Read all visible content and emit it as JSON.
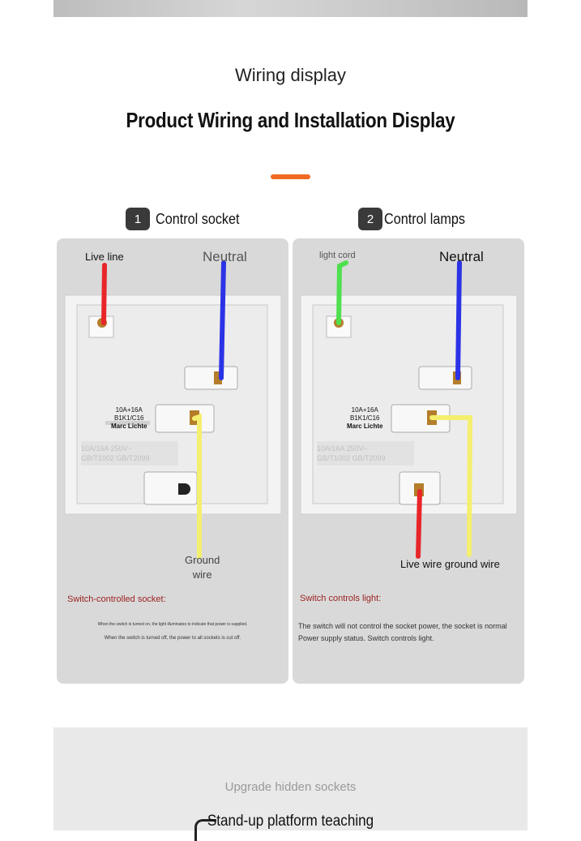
{
  "header": {
    "subtitle": "Wiring display",
    "title": "Product Wiring and Installation Display",
    "accent_color": "#f06a22"
  },
  "sections": [
    {
      "number": "1",
      "label": "Control socket",
      "wires": {
        "live": "Live line",
        "neutral": "Neutral",
        "ground_line1": "Ground",
        "ground_line2": "wire"
      },
      "device_text": {
        "rating": "10A+16A",
        "model": "B1K1/C16",
        "brand": "Marc Lichte"
      },
      "note_heading": "Switch-controlled socket:",
      "note_line1": "When the switch is turned on, the light illuminates to indicate that power is supplied.",
      "note_line2": "When the switch is turned off, the power to all sockets is cut off."
    },
    {
      "number": "2",
      "label": "Control lamps",
      "wires": {
        "light": "light cord",
        "neutral": "Neutral",
        "live_ground": "Live wire ground wire"
      },
      "device_text": {
        "rating": "10A+16A",
        "model": "B1K1/C16",
        "brand": "Marc Lichte"
      },
      "note_heading": "Switch controls light:",
      "note_line1": "The switch will not control the socket power, the socket is normal",
      "note_line2": "Power supply status. Switch controls light."
    }
  ],
  "wire_colors": {
    "live": "#e8262a",
    "neutral": "#2c33e6",
    "ground": "#f4ef6e",
    "light": "#4fe04f"
  },
  "bottom": {
    "subtitle": "Upgrade hidden sockets",
    "title": "Stand-up platform teaching"
  }
}
